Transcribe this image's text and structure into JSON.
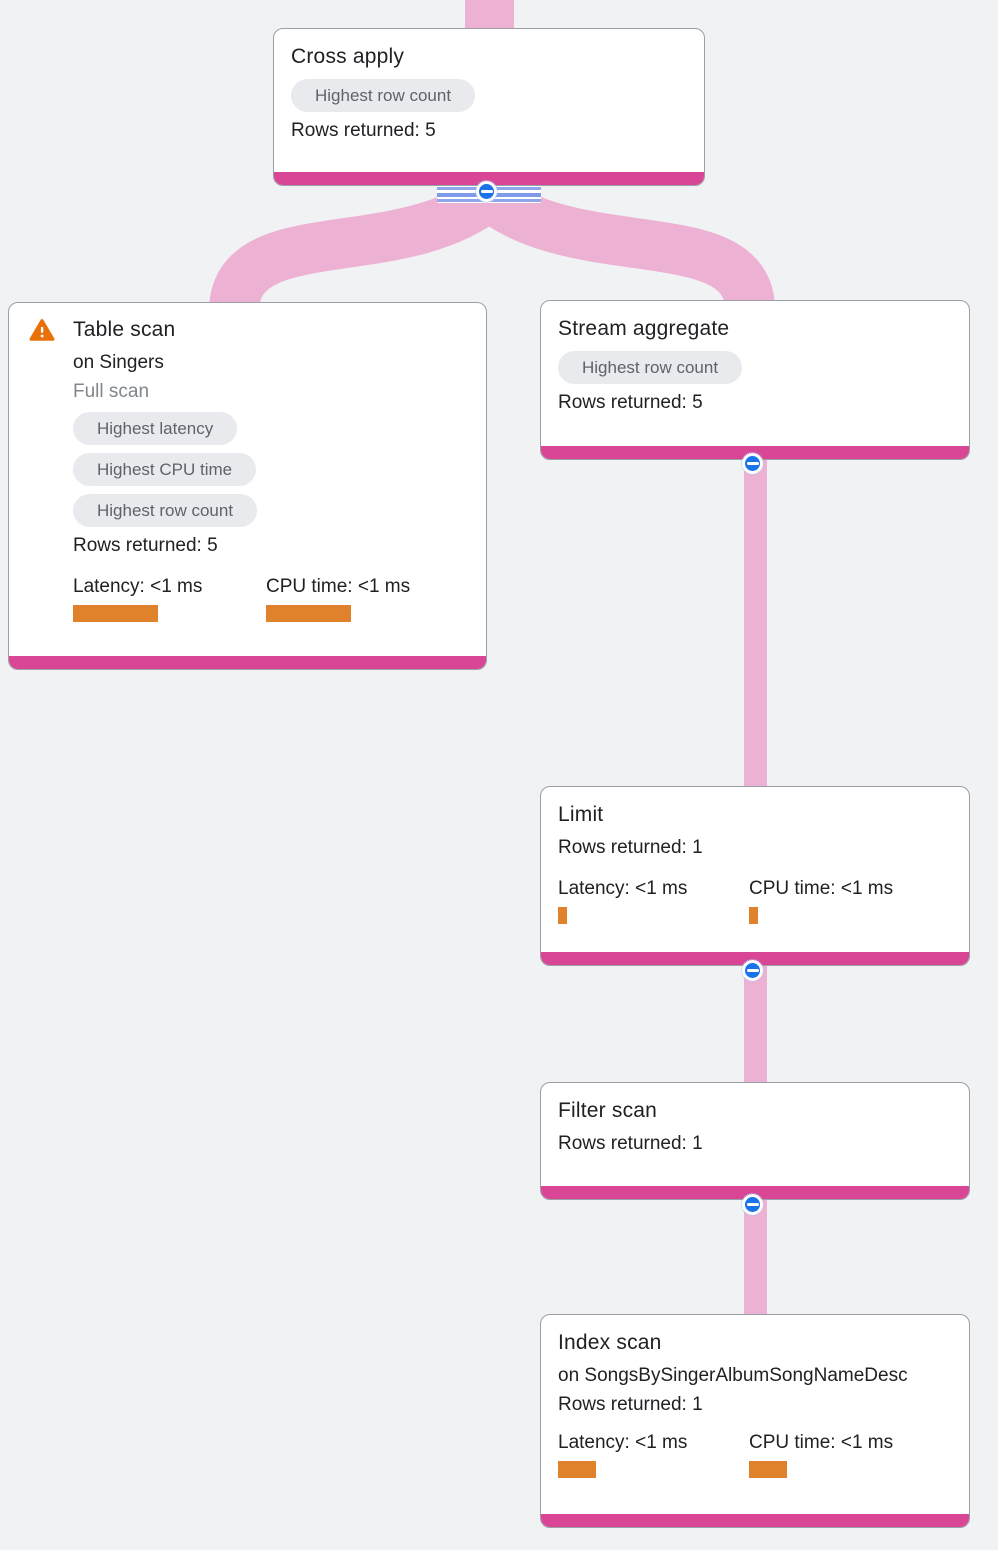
{
  "colors": {
    "background": "#f0f2f4",
    "edge_pink": "#edb2d3",
    "footer_magenta": "#d94696",
    "collapse_blue": "#1a73e8",
    "metric_orange": "#e0812c",
    "chip_bg": "#e8eaed",
    "chip_text": "#5f6368",
    "warning_orange": "#e8710a",
    "node_border": "#9aa0a6"
  },
  "icons": {
    "collapse": "minus-in-circle",
    "warning": "warning-triangle"
  },
  "nodes": {
    "cross_apply": {
      "title": "Cross apply",
      "chip": "Highest row count",
      "rows": "Rows returned: 5"
    },
    "table_scan": {
      "title": "Table scan",
      "on": "on Singers",
      "note": "Full scan",
      "chip1": "Highest latency",
      "chip2": "Highest CPU time",
      "chip3": "Highest row count",
      "rows": "Rows returned: 5",
      "latency_label": "Latency: <1 ms",
      "cpu_label": "CPU time: <1 ms",
      "latency_bar_style": "width:85px",
      "cpu_bar_style": "width:85px"
    },
    "stream_aggregate": {
      "title": "Stream aggregate",
      "chip": "Highest row count",
      "rows": "Rows returned: 5"
    },
    "limit": {
      "title": "Limit",
      "rows": "Rows returned: 1",
      "latency_label": "Latency: <1 ms",
      "cpu_label": "CPU time: <1 ms",
      "latency_bar_style": "width:9px",
      "cpu_bar_style": "width:9px"
    },
    "filter_scan": {
      "title": "Filter scan",
      "rows": "Rows returned: 1"
    },
    "index_scan": {
      "title": "Index scan",
      "on": "on SongsBySingerAlbumSongNameDesc",
      "rows": "Rows returned: 1",
      "latency_label": "Latency: <1 ms",
      "cpu_label": "CPU time: <1 ms",
      "latency_bar_style": "width:38px",
      "cpu_bar_style": "width:38px"
    }
  }
}
